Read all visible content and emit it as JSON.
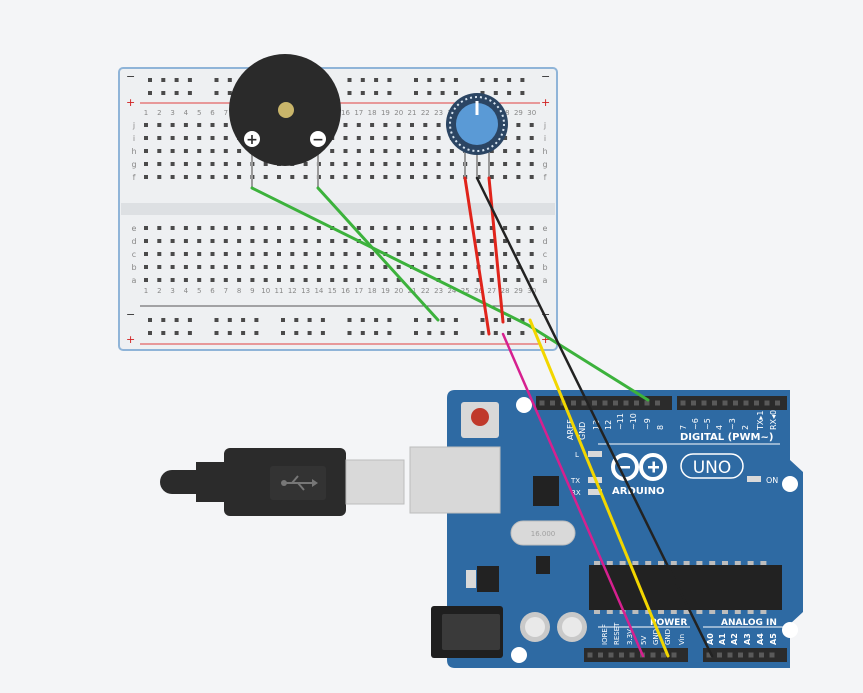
{
  "canvas": {
    "background": "#f4f5f7"
  },
  "breadboard": {
    "color": "#eef0f2",
    "border": "#8fb4d8",
    "row_letters_top": [
      "j",
      "i",
      "h",
      "g",
      "f"
    ],
    "row_letters_bottom": [
      "e",
      "d",
      "c",
      "b",
      "a"
    ],
    "column_numbers": [
      "1",
      "2",
      "3",
      "4",
      "5",
      "6",
      "7",
      "8",
      "9",
      "10",
      "11",
      "12",
      "13",
      "14",
      "15",
      "16",
      "17",
      "18",
      "19",
      "20",
      "21",
      "22",
      "23",
      "24",
      "25",
      "26",
      "27",
      "28",
      "29",
      "30"
    ],
    "rail_plus": "+",
    "rail_minus": "−"
  },
  "buzzer": {
    "plus_label": "+",
    "minus_label": "−"
  },
  "potentiometer": {
    "knob_color": "#5a9ad6"
  },
  "arduino": {
    "board_color": "#2e6aa3",
    "aref": "AREF",
    "gnd_top": "GND",
    "digital_pins": [
      "13",
      "12",
      "~11",
      "~10",
      "~9",
      "8",
      "7",
      "~6",
      "~5",
      "4",
      "~3",
      "2",
      "TX▸1",
      "RX◂0"
    ],
    "digital_label": "DIGITAL (PWM~)",
    "led_labels": [
      "L",
      "TX",
      "RX"
    ],
    "brand": "ARDUINO",
    "model": "UNO",
    "on_label": "ON",
    "crystal_text": "16.000",
    "power_pins": [
      "IOREF",
      "RESET",
      "3.3V",
      "5V",
      "GND",
      "GND",
      "Vin"
    ],
    "power_label": "POWER",
    "analog_pins": [
      "A0",
      "A1",
      "A2",
      "A3",
      "A4",
      "A5"
    ],
    "analog_label": "ANALOG IN"
  },
  "usb_cable": {
    "body_color": "#2b2b2b",
    "connector_color": "#d9d9d9"
  },
  "wires": {
    "green": "#3cb23c",
    "red": "#e0241b",
    "black": "#222222",
    "yellow": "#f2d600",
    "magenta": "#d6208f"
  }
}
